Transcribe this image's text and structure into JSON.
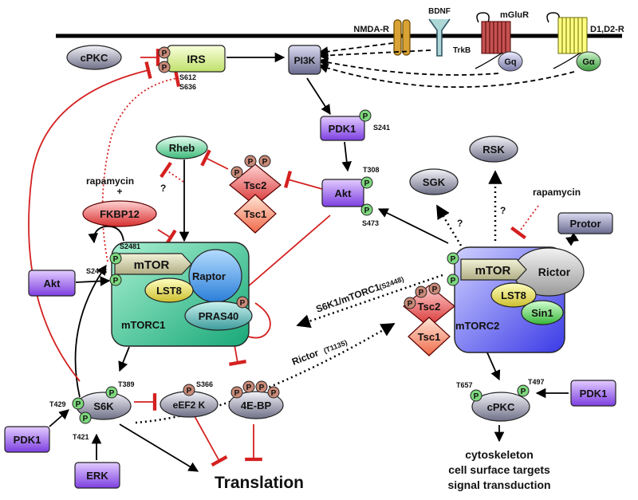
{
  "receptors": {
    "nmda": "NMDA-R",
    "bdnf": "BDNF",
    "trkb": "TrkB",
    "mglur": "mGluR",
    "gq": "Gq",
    "d1d2": "D1,D2-R",
    "ga": "Gα"
  },
  "nodes": {
    "cpkc_top": "cPKC",
    "irs": "IRS",
    "pi3k": "PI3K",
    "pdk1_mid": "PDK1",
    "rheb": "Rheb",
    "tsc2": "Tsc2",
    "tsc1": "Tsc1",
    "akt_mid": "Akt",
    "fkbp12": "FKBP12",
    "akt_left": "Akt",
    "mtor1": "mTOR",
    "raptor": "Raptor",
    "lst8_1": "LST8",
    "pras40": "PRAS40",
    "mtorc1": "mTORC1",
    "s6k": "S6K",
    "eef2k": "eEF2 K",
    "ebp": "4E-BP",
    "pdk1_left": "PDK1",
    "erk": "ERK",
    "sgk": "SGK",
    "rsk": "RSK",
    "protor": "Protor",
    "mtor2": "mTOR",
    "rictor": "Rictor",
    "lst8_2": "LST8",
    "sin1": "Sin1",
    "tsc2_b": "Tsc2",
    "tsc1_b": "Tsc1",
    "mtorc2": "mTORC2",
    "cpkc_bottom": "cPKC",
    "pdk1_right": "PDK1"
  },
  "sites": {
    "s612": "S612",
    "s636": "S636",
    "s241": "S241",
    "t308": "T308",
    "s473": "S473",
    "s2481": "S2481",
    "s2448": "S2448",
    "t389": "T389",
    "t429": "T429",
    "t421": "T421",
    "s366": "S366",
    "t657": "T657",
    "t497": "T497"
  },
  "phospho_label": "P",
  "annotations": {
    "rapamycin_left": "rapamycin",
    "plus": "+",
    "rapamycin_right": "rapamycin",
    "q1": "?",
    "q2": "?",
    "q3": "?",
    "s6k_mtorc1": "S6K1/mTORC1",
    "s6k_mtorc1_site": "(S2448)",
    "rictor_link": "Rictor",
    "rictor_site": "(T1135)"
  },
  "outputs": {
    "translation": "Translation",
    "line1": "cytoskeleton",
    "line2": "cell surface targets",
    "line3": "signal transduction"
  },
  "colors": {
    "inhibit": "#d42020",
    "activate": "#000000",
    "phospho_green": "#7ed87e",
    "phospho_brown": "#c98a78",
    "mtorc1_fill": "#5fd2a8",
    "mtorc2_fill": "#6c6cf0"
  }
}
